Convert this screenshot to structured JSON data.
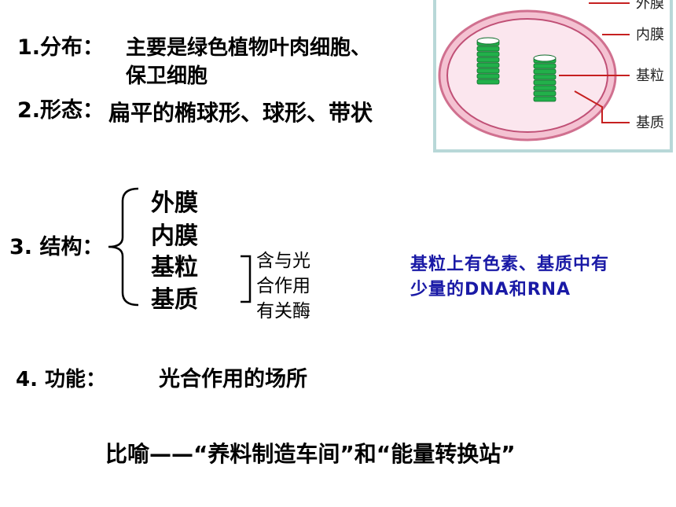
{
  "distribution": {
    "label": "1.分布：",
    "line1": "主要是绿色植物叶肉细胞、",
    "line2": "保卫细胞"
  },
  "morphology": {
    "label": "2.形态：",
    "text": "扁平的椭球形、球形、带状"
  },
  "structure": {
    "label": "3. 结构：",
    "parts": [
      "外膜",
      "内膜",
      "基粒",
      "基质"
    ],
    "enzyme_lines": [
      "含与光",
      "合作用",
      "有关酶"
    ],
    "note_line1": "基粒上有色素、基质中有",
    "note_line2": "少量的DNA和RNA"
  },
  "function": {
    "label": "4. 功能：",
    "text": "光合作用的场所"
  },
  "metaphor": {
    "text": "比喻——“养料制造车间”和“能量转换站”"
  },
  "diagram": {
    "labels": {
      "outer": "外膜",
      "inner": "内膜",
      "granum": "基粒",
      "stroma": "基质"
    },
    "colors": {
      "frame": "#b8d8d8",
      "outer_membrane": "#e8a0b8",
      "stroma": "#f2b8ca",
      "granum": "#22b04a",
      "line": "#c62020"
    }
  }
}
